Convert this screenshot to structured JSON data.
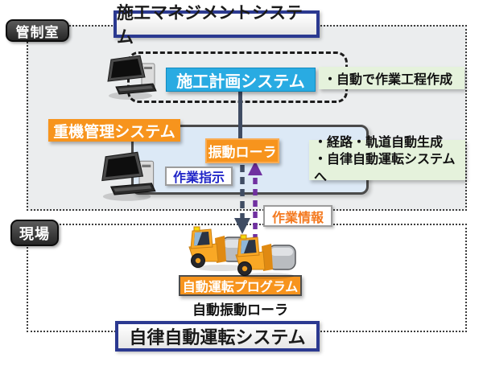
{
  "regions": {
    "control_room_label": "管制室",
    "site_label": "現場"
  },
  "titles": {
    "top": "施工マネジメントシステム",
    "bottom": "自律自動運転システム"
  },
  "systems": {
    "planning": "施工計画システム",
    "heavy_machine_mgmt": "重機管理システム",
    "vibration_roller": "振動ローラ",
    "auto_drive_program": "自動運転プログラム"
  },
  "notes": {
    "auto_process": "・自動で作業工程作成",
    "route_line1": "・経路・軌道自動生成",
    "route_line2": "・自律自動運転システムへ"
  },
  "tags": {
    "work_instruction": "作業指示",
    "work_info": "作業情報"
  },
  "captions": {
    "auto_roller": "自動振動ローラ"
  },
  "icons": {
    "laptop": "laptop-icon",
    "road_roller": "road-roller-icon"
  },
  "colors": {
    "accent_orange": "#f7941d",
    "accent_blue": "#29abe2",
    "title_border_blue": "#2b3990",
    "region_gray": "#ebedee",
    "panel_light_blue": "#dce9f6",
    "note_green": "#e5f2dc",
    "arrow_navy": "#3f4c63",
    "arrow_purple": "#7030a0",
    "tag_text_blue": "#1f24c7",
    "tag_text_orange": "#f4791f"
  }
}
